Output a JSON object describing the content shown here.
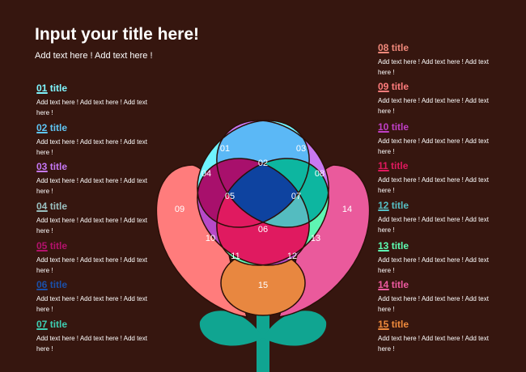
{
  "header": {
    "title": "Input your title here!",
    "subtitle": "Add text here !  Add text here !"
  },
  "items_left": [
    {
      "num": "01",
      "title": "title",
      "color": "#7ff6ff",
      "desc": "Add text here !  Add text here !  Add text here !"
    },
    {
      "num": "02",
      "title": "title",
      "color": "#5fc5f4",
      "desc": "Add text here !  Add text here !  Add text here !"
    },
    {
      "num": "03",
      "title": "title",
      "color": "#c678f5",
      "desc": "Add text here !  Add text here !  Add text here !"
    },
    {
      "num": "04",
      "title": "title",
      "color": "#9ac0c0",
      "desc": "Add text here !  Add text here !  Add text here !"
    },
    {
      "num": "05",
      "title": "title",
      "color": "#b4126c",
      "desc": "Add text here !  Add text here !  Add text here !"
    },
    {
      "num": "06",
      "title": "title",
      "color": "#1b4fa8",
      "desc": "Add text here !  Add text here !  Add text here !"
    },
    {
      "num": "07",
      "title": "title",
      "color": "#3ecfb3",
      "desc": "Add text here !  Add text here !  Add text here !"
    }
  ],
  "items_right": [
    {
      "num": "08",
      "title": "title",
      "color": "#f0887a",
      "desc": "Add text here !  Add text here !  Add text here !"
    },
    {
      "num": "09",
      "title": "title",
      "color": "#ff7c7c",
      "desc": "Add text here !  Add text here !  Add text here !"
    },
    {
      "num": "10",
      "title": "title",
      "color": "#c03fc6",
      "desc": "Add text here !  Add text here !  Add text here !"
    },
    {
      "num": "11",
      "title": "title",
      "color": "#e0195e",
      "desc": "Add text here !  Add text here !  Add text here !"
    },
    {
      "num": "12",
      "title": "title",
      "color": "#56bfc4",
      "desc": "Add text here !  Add text here !  Add text here !"
    },
    {
      "num": "13",
      "title": "title",
      "color": "#5dffb3",
      "desc": "Add text here !  Add text here !  Add text here !"
    },
    {
      "num": "14",
      "title": "title",
      "color": "#ee5aa0",
      "desc": "Add text here !  Add text here !  Add text here !"
    },
    {
      "num": "15",
      "title": "title",
      "color": "#ef8a3c",
      "desc": "Add text here !  Add text here !  Add text here !"
    }
  ],
  "regions": {
    "r01": "01",
    "r02": "02",
    "r03": "03",
    "r04": "04",
    "r05": "05",
    "r06": "06",
    "r07": "07",
    "r08": "08",
    "r09": "09",
    "r10": "10",
    "r11": "11",
    "r12": "12",
    "r13": "13",
    "r14": "14",
    "r15": "15"
  },
  "colors": {
    "background": "#36160f",
    "petal_left": "#ff7c7c",
    "petal_right": "#ea5a9c",
    "petal_bottom": "#e88740",
    "ellipse_top_left": "#6ff3ff",
    "ellipse_top_right": "#c879f2",
    "ellipse_left": "#b64ac8",
    "ellipse_right": "#5ff5b3",
    "center": "#0e43a0",
    "stem": "#10a591"
  }
}
